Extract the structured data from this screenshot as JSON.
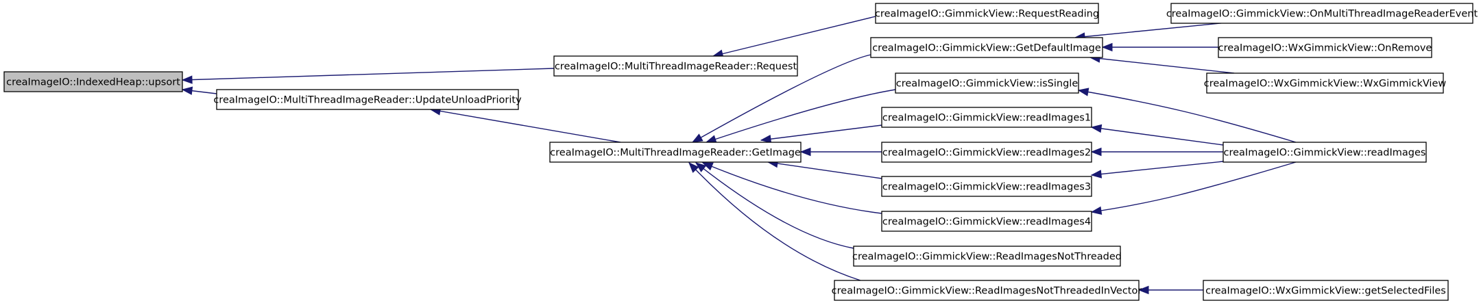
{
  "nodes": [
    {
      "id": "upsort",
      "label": "creaImageIO::IndexedHeap::upsort",
      "highlighted": true
    },
    {
      "id": "request",
      "label": "creaImageIO::MultiThreadImageReader::Request"
    },
    {
      "id": "updateunload",
      "label": "creaImageIO::MultiThreadImageReader::UpdateUnloadPriority"
    },
    {
      "id": "getimage",
      "label": "creaImageIO::MultiThreadImageReader::GetImage"
    },
    {
      "id": "requestreading",
      "label": "creaImageIO::GimmickView::RequestReading"
    },
    {
      "id": "getdefaultimage",
      "label": "creaImageIO::GimmickView::GetDefaultImage"
    },
    {
      "id": "issingle",
      "label": "creaImageIO::GimmickView::isSingle"
    },
    {
      "id": "readimages1",
      "label": "creaImageIO::GimmickView::readImages1"
    },
    {
      "id": "readimages2",
      "label": "creaImageIO::GimmickView::readImages2"
    },
    {
      "id": "readimages3",
      "label": "creaImageIO::GimmickView::readImages3"
    },
    {
      "id": "readimages4",
      "label": "creaImageIO::GimmickView::readImages4"
    },
    {
      "id": "readnotthreaded",
      "label": "creaImageIO::GimmickView::ReadImagesNotThreaded"
    },
    {
      "id": "readnotthreadedvec",
      "label": "creaImageIO::GimmickView::ReadImagesNotThreadedInVector"
    },
    {
      "id": "onmultithread",
      "label": "creaImageIO::GimmickView::OnMultiThreadImageReaderEvent"
    },
    {
      "id": "onremove",
      "label": "creaImageIO::WxGimmickView::OnRemove"
    },
    {
      "id": "wxgimmickview",
      "label": "creaImageIO::WxGimmickView::WxGimmickView"
    },
    {
      "id": "readimages",
      "label": "creaImageIO::GimmickView::readImages"
    },
    {
      "id": "getselectedfiles",
      "label": "creaImageIO::WxGimmickView::getSelectedFiles"
    }
  ],
  "edges": [
    {
      "from": "request",
      "to": "upsort"
    },
    {
      "from": "updateunload",
      "to": "upsort"
    },
    {
      "from": "requestreading",
      "to": "request"
    },
    {
      "from": "getimage",
      "to": "updateunload"
    },
    {
      "from": "getdefaultimage",
      "to": "getimage"
    },
    {
      "from": "issingle",
      "to": "getimage"
    },
    {
      "from": "readimages1",
      "to": "getimage"
    },
    {
      "from": "readimages2",
      "to": "getimage"
    },
    {
      "from": "readimages3",
      "to": "getimage"
    },
    {
      "from": "readimages4",
      "to": "getimage"
    },
    {
      "from": "readnotthreaded",
      "to": "getimage"
    },
    {
      "from": "readnotthreadedvec",
      "to": "getimage"
    },
    {
      "from": "onmultithread",
      "to": "getdefaultimage"
    },
    {
      "from": "onremove",
      "to": "getdefaultimage"
    },
    {
      "from": "wxgimmickview",
      "to": "getdefaultimage"
    },
    {
      "from": "readimages",
      "to": "issingle"
    },
    {
      "from": "readimages",
      "to": "readimages1"
    },
    {
      "from": "readimages",
      "to": "readimages2"
    },
    {
      "from": "readimages",
      "to": "readimages3"
    },
    {
      "from": "readimages",
      "to": "readimages4"
    },
    {
      "from": "getselectedfiles",
      "to": "readnotthreadedvec"
    }
  ],
  "colors": {
    "edge": "#191970",
    "highlight_fill": "#bfbfbf",
    "border": "#000000"
  }
}
